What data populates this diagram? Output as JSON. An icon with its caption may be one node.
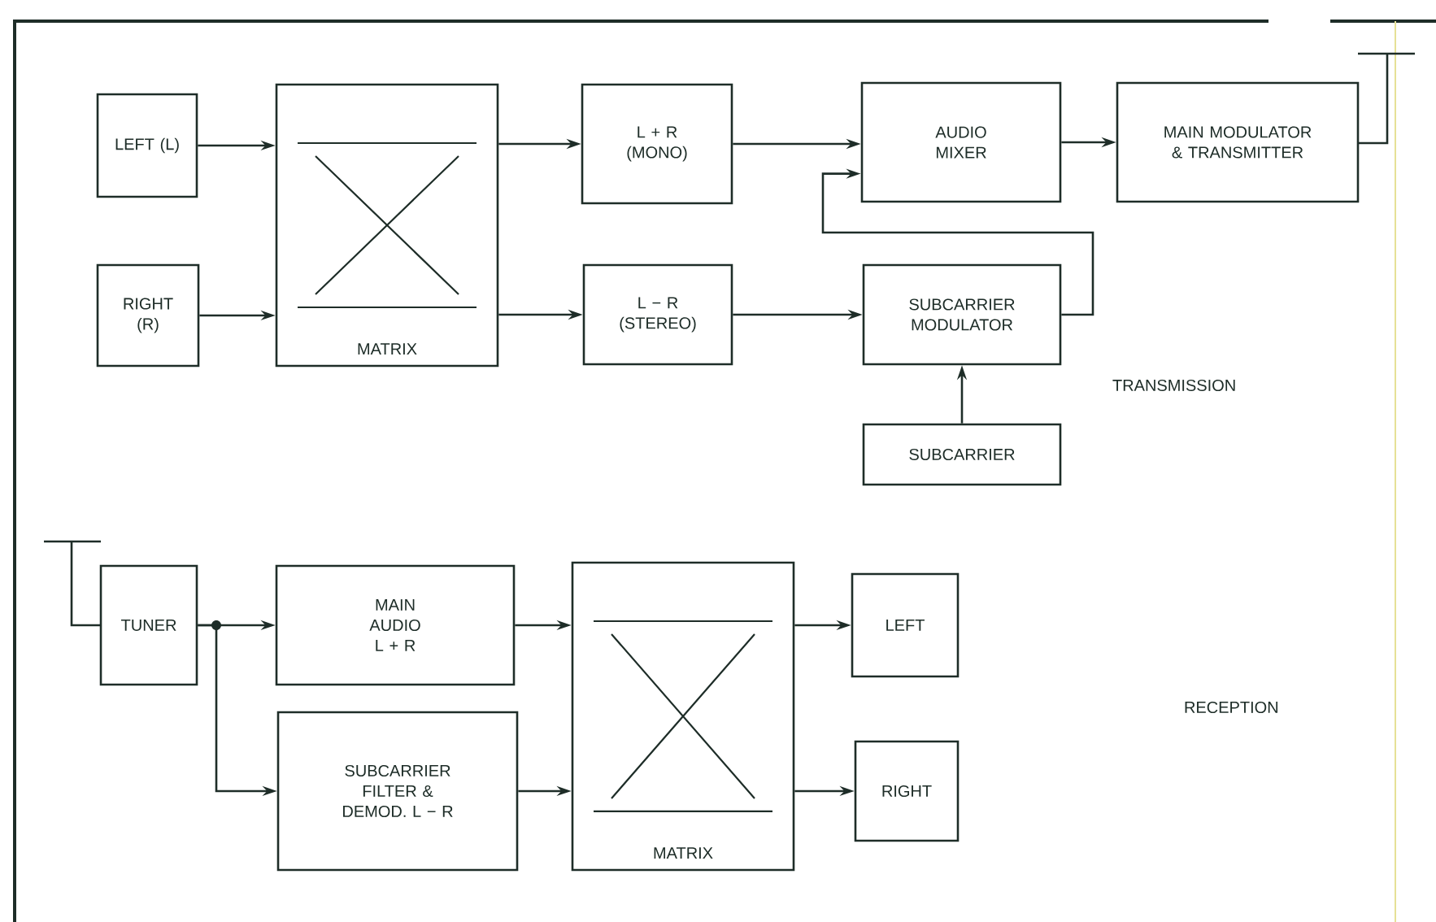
{
  "diagram": {
    "nodes": [
      {
        "text": [
          "LEFT (L)"
        ]
      },
      {
        "text": [
          "RIGHT (R)"
        ]
      },
      {
        "text": [
          "MATRIX"
        ]
      },
      {
        "text": [
          "L + R (MONO)"
        ]
      },
      {
        "text": [
          "L − R (STEREO)"
        ]
      },
      {
        "text": [
          "AUDIO MIXER"
        ]
      },
      {
        "text": [
          "MAIN MODULATOR & TRANSMITTER"
        ]
      },
      {
        "text": [
          "SUBCARRIER MODULATOR"
        ]
      },
      {
        "text": [
          "SUBCARRIER"
        ]
      },
      {
        "text": [
          "TUNER"
        ]
      },
      {
        "text": [
          "MAIN AUDIO L + R"
        ]
      },
      {
        "text": [
          "SUBCARRIER FILTER & DEMOD. L − R"
        ]
      },
      {
        "text": [
          "MATRIX"
        ]
      },
      {
        "text": [
          "LEFT"
        ]
      },
      {
        "text": [
          "RIGHT"
        ]
      }
    ],
    "edges": [
      {
        "from": 0,
        "to": 2,
        "arrow": "to"
      },
      {
        "from": 1,
        "to": 2,
        "arrow": "to"
      },
      {
        "from": 2,
        "to": 3,
        "arrow": "to"
      },
      {
        "from": 2,
        "to": 4,
        "arrow": "to"
      },
      {
        "from": 3,
        "to": 5,
        "arrow": "to"
      },
      {
        "from": 5,
        "to": 6,
        "arrow": "to"
      },
      {
        "from": 4,
        "to": 7,
        "arrow": "to"
      },
      {
        "from": 7,
        "to": 5,
        "arrow": "to"
      },
      {
        "from": 8,
        "to": 7,
        "arrow": "to"
      },
      {
        "from": 9,
        "to": 10,
        "arrow": "to"
      },
      {
        "from": 9,
        "to": 11,
        "arrow": "to"
      },
      {
        "from": 10,
        "to": 12,
        "arrow": "to"
      },
      {
        "from": 11,
        "to": 12,
        "arrow": "to"
      },
      {
        "from": 12,
        "to": 13,
        "arrow": "to"
      },
      {
        "from": 12,
        "to": 14,
        "arrow": "to"
      }
    ],
    "labels": [
      "TRANSMISSION",
      "RECEPTION"
    ]
  }
}
